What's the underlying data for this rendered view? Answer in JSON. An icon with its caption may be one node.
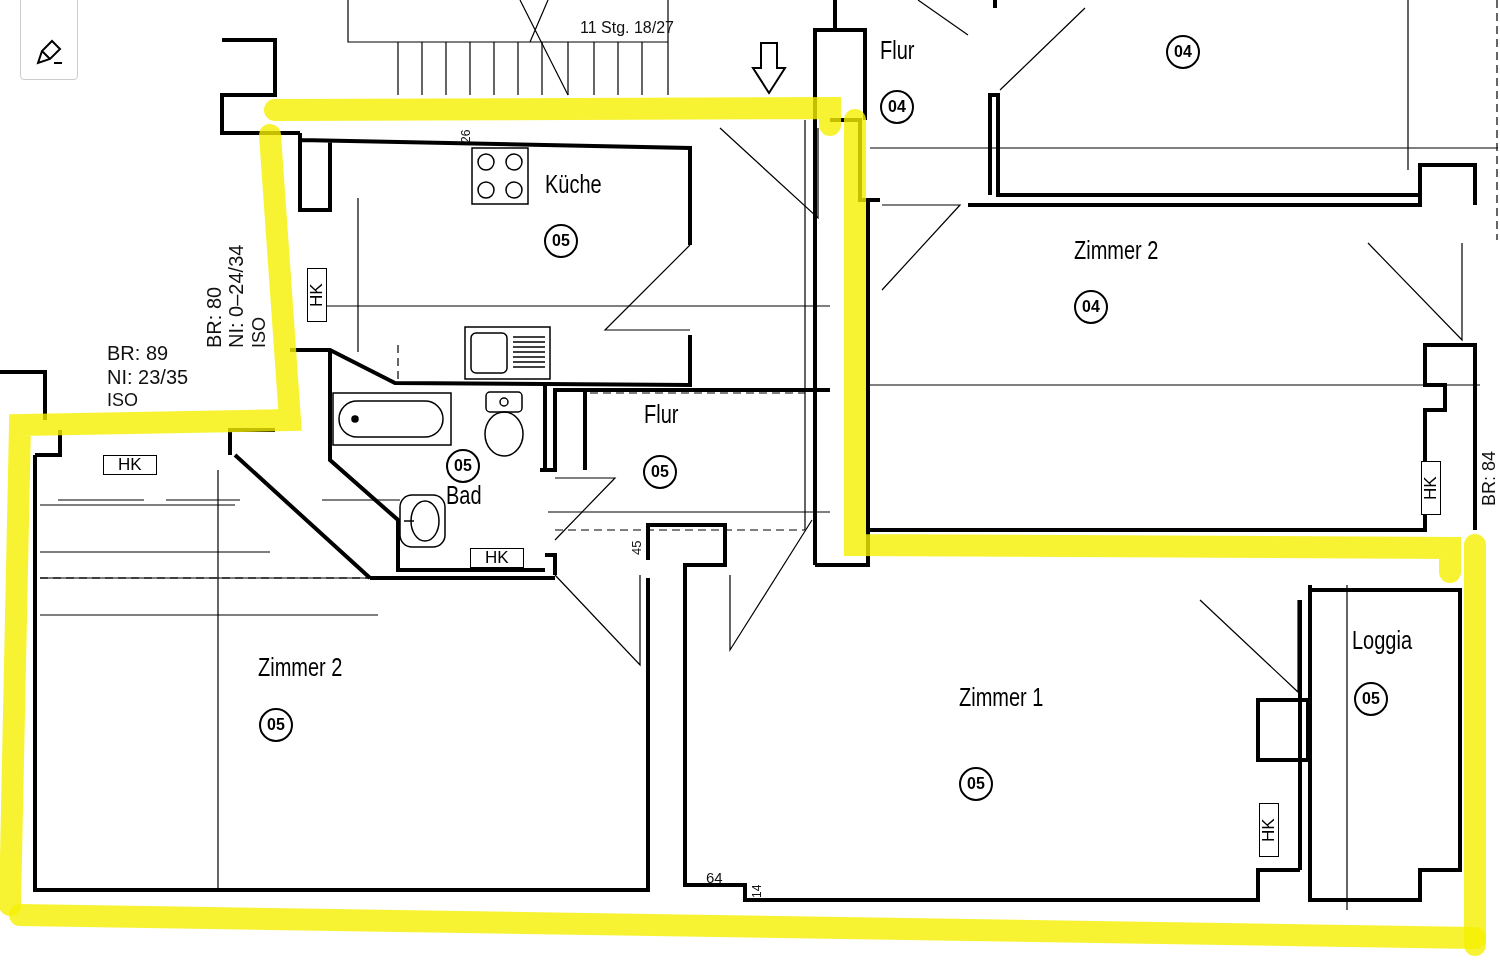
{
  "diagram": {
    "nodes": [
      {
        "text": [
          "Küche",
          "05"
        ]
      },
      {
        "text": [
          "Flur",
          "04"
        ]
      },
      {
        "text": [
          "04"
        ]
      },
      {
        "text": [
          "Zimmer 2",
          "04"
        ]
      },
      {
        "text": [
          "05",
          "Bad"
        ]
      },
      {
        "text": [
          "Flur",
          "05"
        ]
      },
      {
        "text": [
          "Zimmer 2",
          "05"
        ]
      },
      {
        "text": [
          "Zimmer 1",
          "05"
        ]
      },
      {
        "text": [
          "Loggia",
          "05"
        ]
      }
    ],
    "edges": [],
    "labels": [
      "11 Stg. 18/27",
      "26",
      "BR: 80",
      "NI: 0–24/34",
      "ISO",
      "HK",
      "BR: 89",
      "NI: 23/35",
      "ISO",
      "HK",
      "HK",
      "BR: 84",
      "HK",
      "45",
      "HK",
      "64",
      "14"
    ]
  }
}
